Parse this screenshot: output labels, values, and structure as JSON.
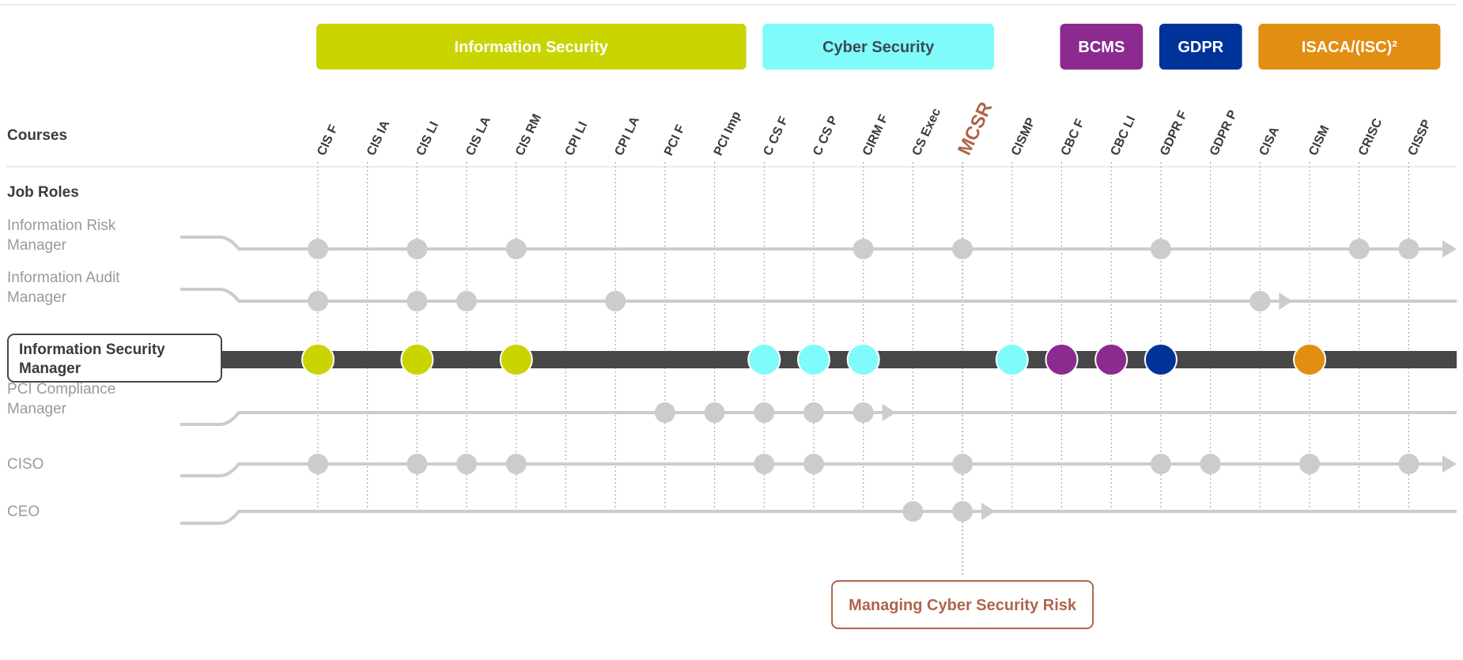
{
  "headers": [
    {
      "label": "Information Security",
      "color": "#c9d400",
      "text_color": "#ffffff",
      "from": 0,
      "to": 8
    },
    {
      "label": "Cyber Security",
      "color": "#7ffbfb",
      "text_color": "#3d4a55",
      "from": 9,
      "to": 13
    },
    {
      "label": "BCMS",
      "color": "#8c2a8f",
      "text_color": "#ffffff",
      "from": 15,
      "to": 16
    },
    {
      "label": "GDPR",
      "color": "#00339a",
      "text_color": "#ffffff",
      "from": 17,
      "to": 18
    },
    {
      "label": "ISACA/(ISC)²",
      "color": "#e28e13",
      "text_color": "#ffffff",
      "from": 19,
      "to": 22
    }
  ],
  "courses_label": "Courses",
  "job_roles_label": "Job Roles",
  "courses": [
    {
      "code": "CIS F",
      "color": "#c9d400"
    },
    {
      "code": "CIS IA",
      "color": "#c9d400"
    },
    {
      "code": "CIS LI",
      "color": "#c9d400"
    },
    {
      "code": "CIS LA",
      "color": "#c9d400"
    },
    {
      "code": "CIS RM",
      "color": "#c9d400"
    },
    {
      "code": "CPI LI",
      "color": "#c9d400"
    },
    {
      "code": "CPI LA",
      "color": "#c9d400"
    },
    {
      "code": "PCI F",
      "color": "#c9d400"
    },
    {
      "code": "PCI Imp",
      "color": "#c9d400"
    },
    {
      "code": "C CS F",
      "color": "#7ffbfb"
    },
    {
      "code": "C CS P",
      "color": "#7ffbfb"
    },
    {
      "code": "CIRM F",
      "color": "#7ffbfb"
    },
    {
      "code": "CS Exec",
      "color": "#7ffbfb"
    },
    {
      "code": "MCSR",
      "color": "#7ffbfb",
      "highlight": true
    },
    {
      "code": "CISMP",
      "color": "#7ffbfb"
    },
    {
      "code": "CBC F",
      "color": "#8c2a8f"
    },
    {
      "code": "CBC LI",
      "color": "#8c2a8f"
    },
    {
      "code": "GDPR F",
      "color": "#00339a"
    },
    {
      "code": "GDPR P",
      "color": "#00339a"
    },
    {
      "code": "CISA",
      "color": "#e28e13"
    },
    {
      "code": "CISM",
      "color": "#e28e13"
    },
    {
      "code": "CRISC",
      "color": "#e28e13"
    },
    {
      "code": "CISSP",
      "color": "#e28e13"
    }
  ],
  "roles": [
    {
      "name_lines": [
        "Information Risk",
        "Manager"
      ],
      "stops": [
        0,
        2,
        4,
        11,
        13,
        17,
        21,
        22
      ],
      "end": "arrow-right",
      "highlighted": false
    },
    {
      "name_lines": [
        "Information Audit",
        "Manager"
      ],
      "stops": [
        0,
        2,
        3,
        6,
        19
      ],
      "end": "arrow-after-last",
      "highlighted": false
    },
    {
      "name_lines": [
        "Information Security",
        "Manager"
      ],
      "stops": [
        0,
        2,
        4,
        9,
        10,
        11,
        14,
        15,
        16,
        17,
        20
      ],
      "end": "none",
      "highlighted": true
    },
    {
      "name_lines": [
        "PCI Compliance",
        "Manager"
      ],
      "stops": [
        7,
        8,
        9,
        10,
        11
      ],
      "end": "arrow-after-last",
      "highlighted": false
    },
    {
      "name_lines": [
        "CISO"
      ],
      "stops": [
        0,
        2,
        3,
        4,
        9,
        10,
        13,
        17,
        18,
        20,
        22
      ],
      "end": "arrow-right",
      "highlighted": false
    },
    {
      "name_lines": [
        "CEO"
      ],
      "stops": [
        12,
        13
      ],
      "end": "arrow-after-last",
      "highlighted": false
    }
  ],
  "callout": {
    "label": "Managing Cyber Security Risk",
    "course_index": 13,
    "color": "#b0644a"
  },
  "colors": {
    "track": "#cccccc",
    "stop": "#cccccc",
    "highlight_track": "#474747",
    "column_line": "#9a9a9a",
    "label": "#3b3b3b",
    "role_text": "#9a9a9a"
  }
}
